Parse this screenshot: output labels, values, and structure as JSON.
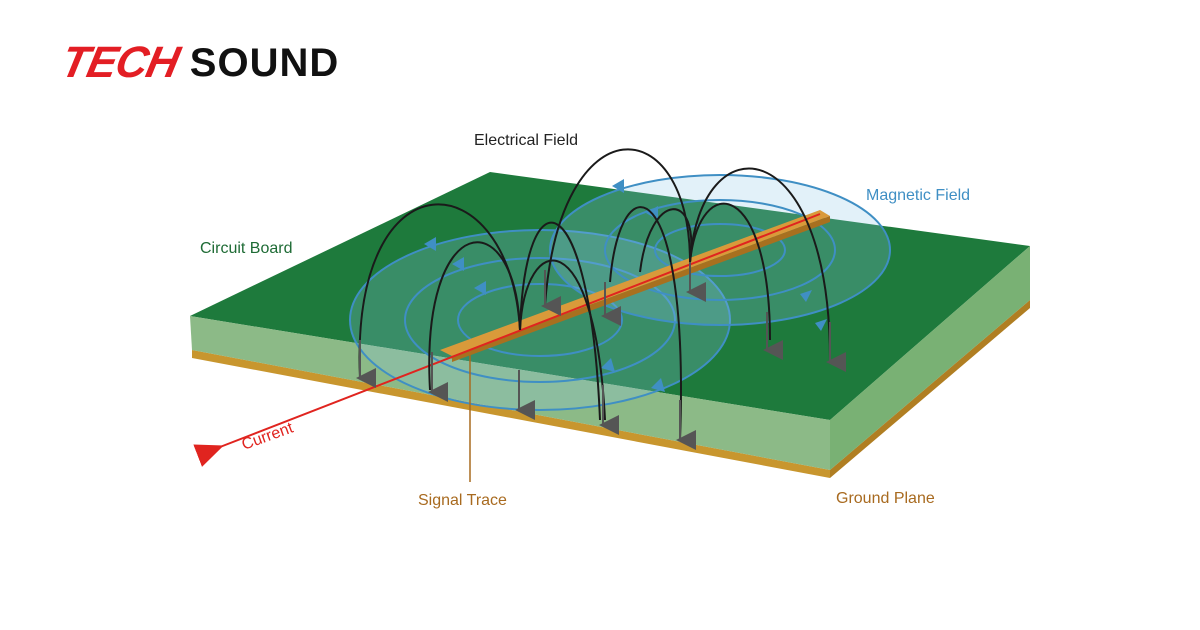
{
  "brand": {
    "logo_left": "TECH",
    "logo_right": "SOUND"
  },
  "labels": {
    "electrical_field": "Electrical Field",
    "magnetic_field": "Magnetic Field",
    "circuit_board": "Circuit Board",
    "current": "Current",
    "signal_trace": "Signal Trace",
    "ground_plane": "Ground Plane"
  },
  "colors": {
    "logo_red": "#e31e24",
    "board_green": "#1e7a3c",
    "board_side": "#7fb27a",
    "ground_copper": "#c8962e",
    "trace_copper": "#d99a3a",
    "field_line": "#1a1a1a",
    "magnetic_blue": "#3f8fc4",
    "current_red": "#e0241f",
    "arrow_gray": "#555555",
    "label_green": "#1e6b35",
    "label_blue": "#3f8fc4",
    "label_copper": "#a86a1f"
  }
}
